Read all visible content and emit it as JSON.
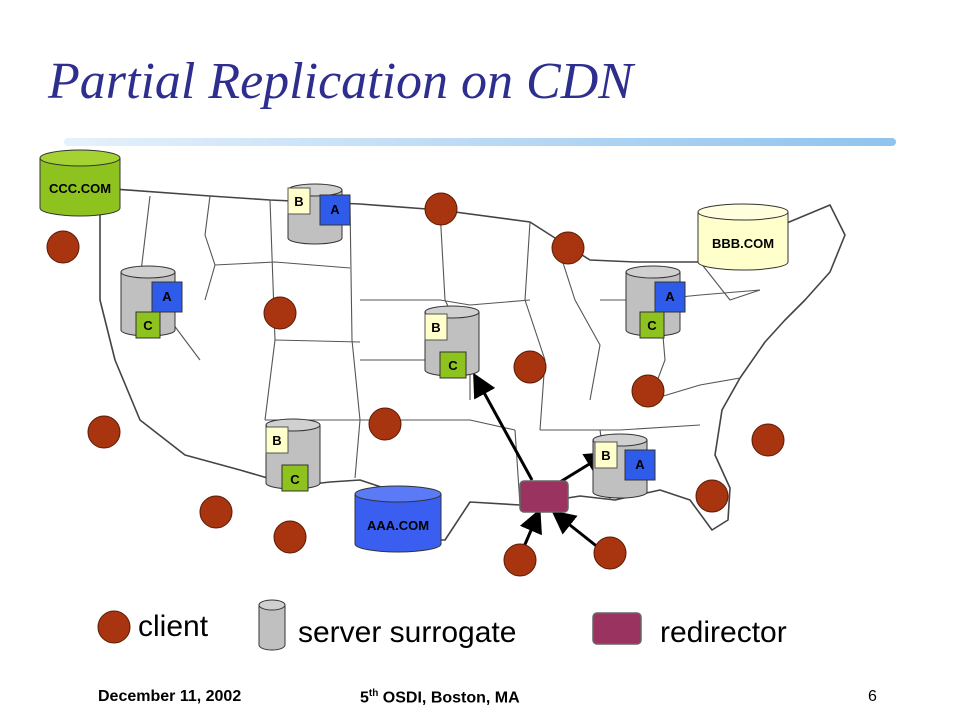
{
  "slide": {
    "title": "Partial Replication on CDN",
    "footer_date": "December 11, 2002",
    "footer_venue_pre": "5",
    "footer_venue_sup": "th",
    "footer_venue_post": " OSDI, Boston, MA",
    "page_number": "6"
  },
  "origins": {
    "ccc": "CCC.COM",
    "bbb": "BBB.COM",
    "aaa": "AAA.COM"
  },
  "surrogates": [
    {
      "id": "s-north",
      "blocks": [
        "B",
        "A"
      ]
    },
    {
      "id": "s-west",
      "blocks": [
        "A",
        "C"
      ]
    },
    {
      "id": "s-center",
      "blocks": [
        "B",
        "C"
      ]
    },
    {
      "id": "s-east",
      "blocks": [
        "A",
        "C"
      ]
    },
    {
      "id": "s-southwest",
      "blocks": [
        "B",
        "C"
      ]
    },
    {
      "id": "s-southeast",
      "blocks": [
        "B",
        "A"
      ]
    }
  ],
  "legend": {
    "client": "client",
    "surrogate": "server surrogate",
    "redirector": "redirector"
  },
  "colors": {
    "title": "#2e2e8f",
    "client": "#a8350f",
    "redirector": "#9b3360",
    "surrogate": "#c0c0c0",
    "block_blue": "#2f5bea",
    "block_green": "#8dc21f",
    "block_cream": "#ffffcc",
    "ccc": "#8dc21f",
    "bbb": "#ffffcc",
    "aaa": "#3a5ff0"
  }
}
